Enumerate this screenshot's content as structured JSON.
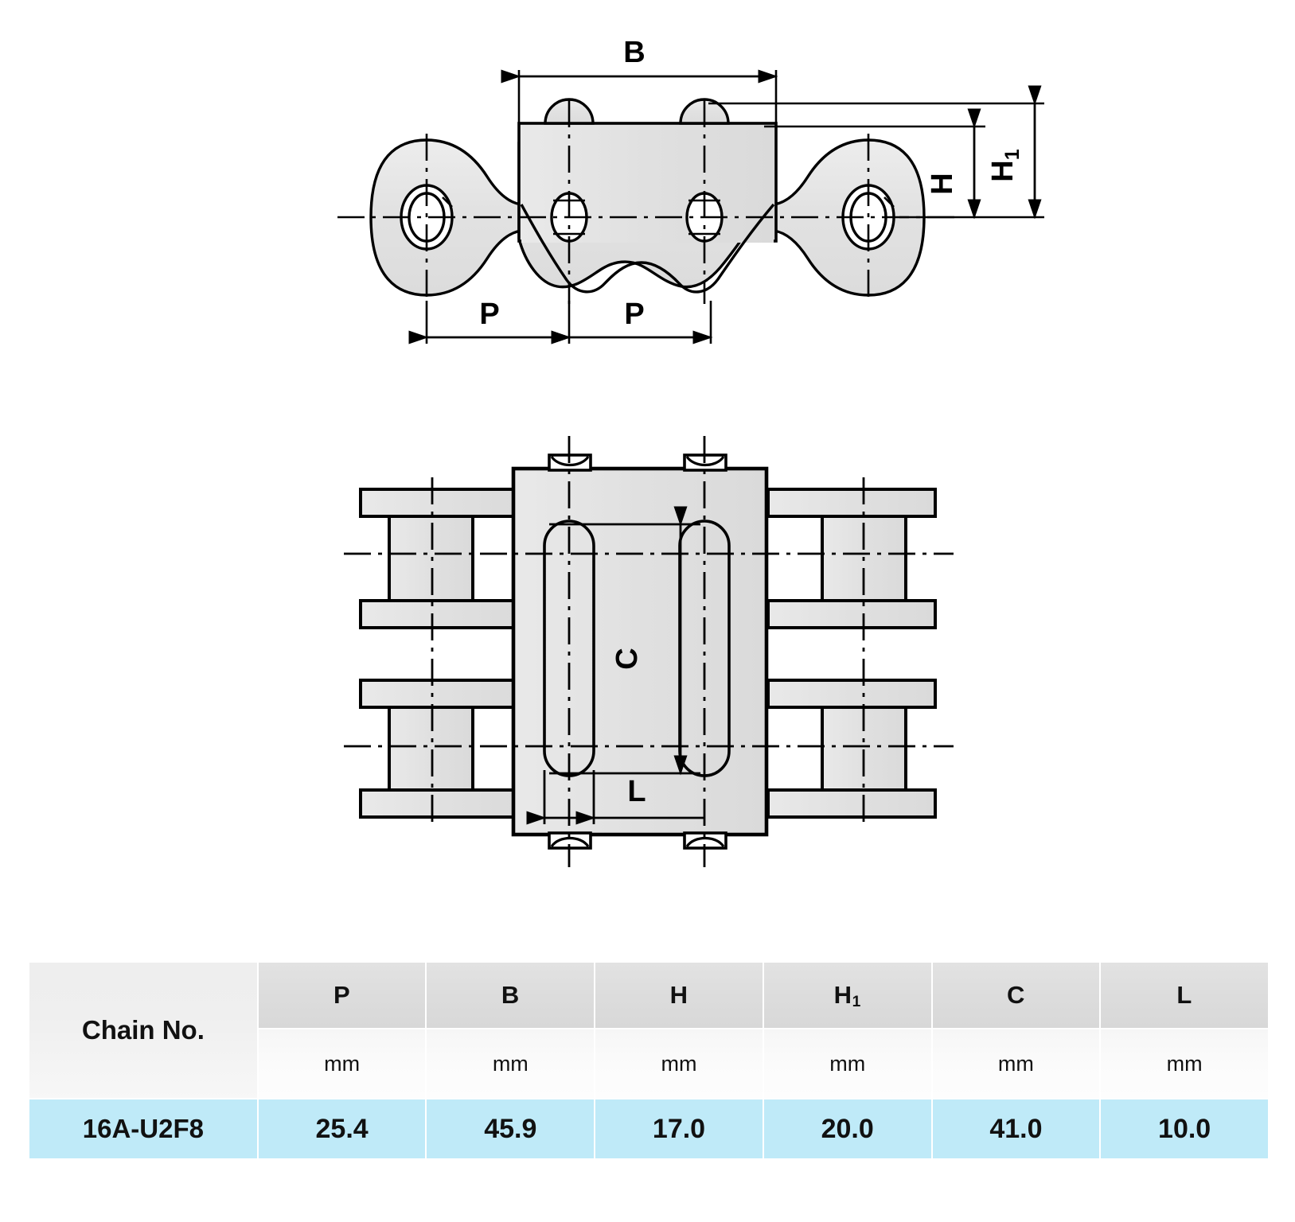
{
  "diagram": {
    "title_absent": true,
    "views": [
      {
        "name": "side-elevation-view",
        "dimension_labels": [
          "B",
          "H",
          "H1",
          "P",
          "P"
        ]
      },
      {
        "name": "plan-top-view",
        "dimension_labels": [
          "C",
          "L"
        ]
      }
    ],
    "labels": {
      "B": "B",
      "H": "H",
      "H1_base": "H",
      "H1_sub": "1",
      "P_left": "P",
      "P_right": "P",
      "C": "C",
      "L": "L"
    }
  },
  "table": {
    "name_header": "Chain No.",
    "columns": [
      {
        "symbol": "P",
        "sub": "",
        "unit": "mm"
      },
      {
        "symbol": "B",
        "sub": "",
        "unit": "mm"
      },
      {
        "symbol": "H",
        "sub": "",
        "unit": "mm"
      },
      {
        "symbol": "H",
        "sub": "1",
        "unit": "mm"
      },
      {
        "symbol": "C",
        "sub": "",
        "unit": "mm"
      },
      {
        "symbol": "L",
        "sub": "",
        "unit": "mm"
      }
    ],
    "rows": [
      {
        "chain_no": "16A-U2F8",
        "values": [
          "25.4",
          "45.9",
          "17.0",
          "20.0",
          "41.0",
          "10.0"
        ]
      }
    ]
  },
  "colors": {
    "data_row_bg": "#bfeaf8",
    "header_bg": "#dcdcdc",
    "unit_bg": "#fbfbfb",
    "line": "#000000",
    "part_fill": "#e3e3e3"
  }
}
